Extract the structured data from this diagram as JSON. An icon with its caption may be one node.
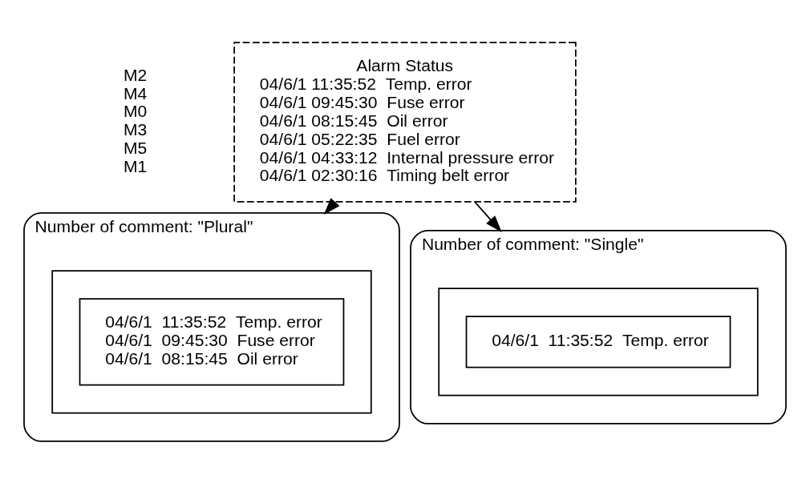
{
  "diagram": {
    "nodes": [
      {
        "text": [
          "Alarm Status",
          "04/6/1 11:35:52  Temp. error",
          "04/6/1 09:45:30  Fuse error",
          "04/6/1 08:15:45  Oil error",
          "04/6/1 05:22:35  Fuel error",
          "04/6/1 04:33:12  Internal pressure error",
          "04/6/1 02:30:16  Timing belt error"
        ],
        "beside": [
          "M2",
          "M4",
          "M0",
          "M3",
          "M5",
          "M1"
        ]
      },
      {
        "text": [
          "Number of comment: \"Plural\""
        ]
      },
      {
        "text": [],
        "shape": "box",
        "in": 1
      },
      {
        "text": [
          "04/6/1  11:35:52  Temp. error",
          "04/6/1  09:45:30  Fuse error",
          "04/6/1  08:15:45  Oil error"
        ],
        "in": 2
      },
      {
        "text": [
          "Number of comment: \"Single\""
        ]
      },
      {
        "text": [],
        "shape": "box",
        "in": 4
      },
      {
        "text": [
          "04/6/1  11:35:52  Temp. error"
        ],
        "in": 5
      }
    ],
    "edges": [
      {
        "from": 0,
        "to": 1,
        "arrow": "to"
      },
      {
        "from": 0,
        "to": 4,
        "arrow": "to"
      }
    ]
  }
}
